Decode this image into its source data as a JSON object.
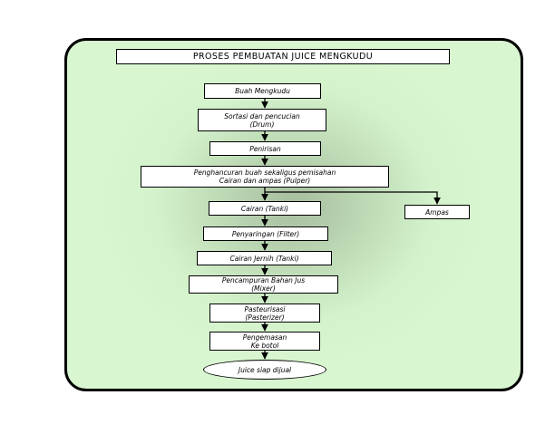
{
  "title": "PROSES  PEMBUATAN  JUICE MENGKUDU",
  "steps": {
    "buah": "Buah Mengkudu",
    "sortasi_1": "Sortasi dan pencucian",
    "sortasi_2": "(Drum)",
    "penirisan": "Penirisan",
    "penghancuran_1": "Penghancuran buah sekaligus pemisahan",
    "penghancuran_2": "Cairan dan ampas (Pulper)",
    "cairan_tanki": "Cairan (Tanki)",
    "ampas": "Ampas",
    "penyaringan": "Penyaringan (Filter)",
    "cairan_jernih": "Cairan Jernih (Tanki)",
    "pencampuran_1": "Pencampuran Bahan Jus",
    "pencampuran_2": "(Mixer)",
    "pasteurisasi_1": "Pasteurisasi",
    "pasteurisasi_2": "(Pasterizer)",
    "pengemasan_1": "Pengemasan",
    "pengemasan_2": "Ke botol",
    "siap": "Juice siap dijual"
  }
}
